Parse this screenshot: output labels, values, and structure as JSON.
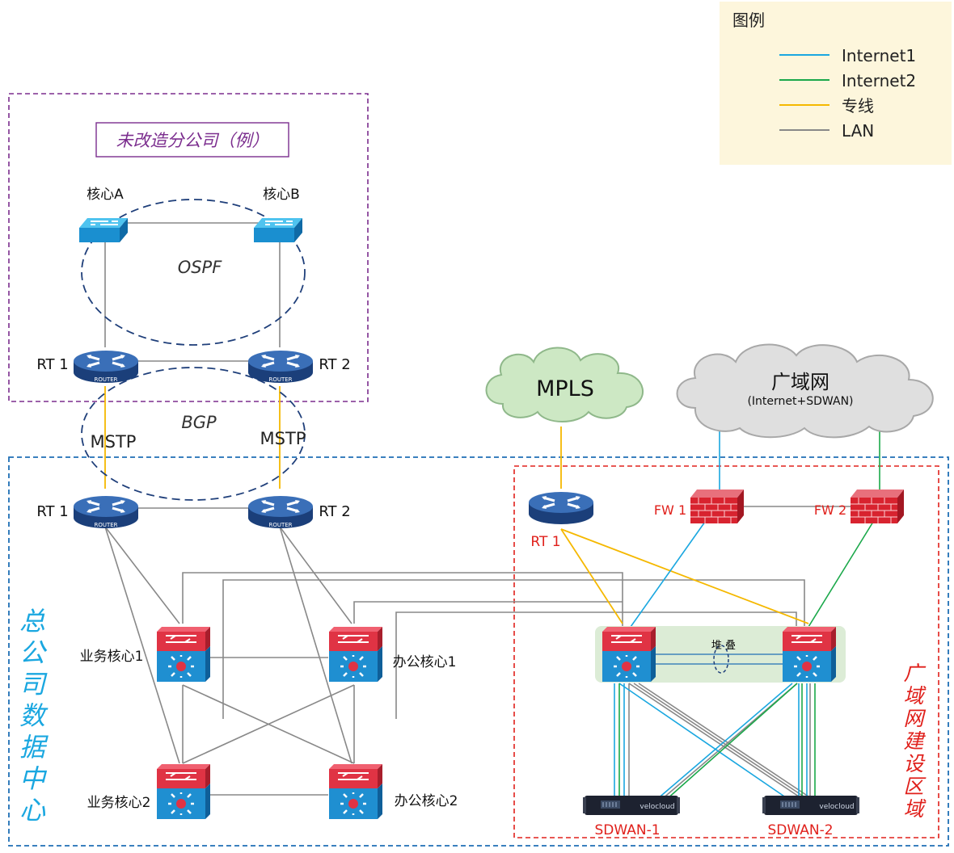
{
  "legend": {
    "title": "图例",
    "items": [
      {
        "label": "Internet1",
        "color": "#1aa7e0"
      },
      {
        "label": "Internet2",
        "color": "#1aa84a"
      },
      {
        "label": "专线",
        "color": "#f5b800"
      },
      {
        "label": "LAN",
        "color": "#888888"
      }
    ]
  },
  "branch": {
    "title": "未改造分公司（例）",
    "core_a": "核心A",
    "core_b": "核心B",
    "ospf": "OSPF",
    "rt1": "RT 1",
    "rt2": "RT 2"
  },
  "links": {
    "bgp": "BGP",
    "mstp_left": "MSTP",
    "mstp_right": "MSTP"
  },
  "hq": {
    "title": "总公司数据中心",
    "rt1": "RT 1",
    "rt2": "RT 2",
    "biz_core1": "业务核心1",
    "biz_core2": "业务核心2",
    "office_core1": "办公核心1",
    "office_core2": "办公核心2"
  },
  "wan_area": {
    "title": "广域网建设区域",
    "rt1": "RT 1",
    "fw1": "FW 1",
    "fw2": "FW 2",
    "stack": "堆  叠",
    "sdwan1": "SDWAN-1",
    "sdwan2": "SDWAN-2",
    "appliance_brand": "velocloud"
  },
  "clouds": {
    "mpls": "MPLS",
    "wan_title": "广域网",
    "wan_sub": "(Internet+SDWAN)"
  },
  "device_labels": {
    "router": "ROUTER"
  },
  "colors": {
    "internet1": "#1aa7e0",
    "internet2": "#1aa84a",
    "leased": "#f5b800",
    "lan": "#888888",
    "branch_border": "#7b2d8e",
    "hq_border": "#1f6fb5",
    "wan_border": "#e0201b",
    "hq_title": "#1aa7e0",
    "wan_title": "#e0201b"
  }
}
